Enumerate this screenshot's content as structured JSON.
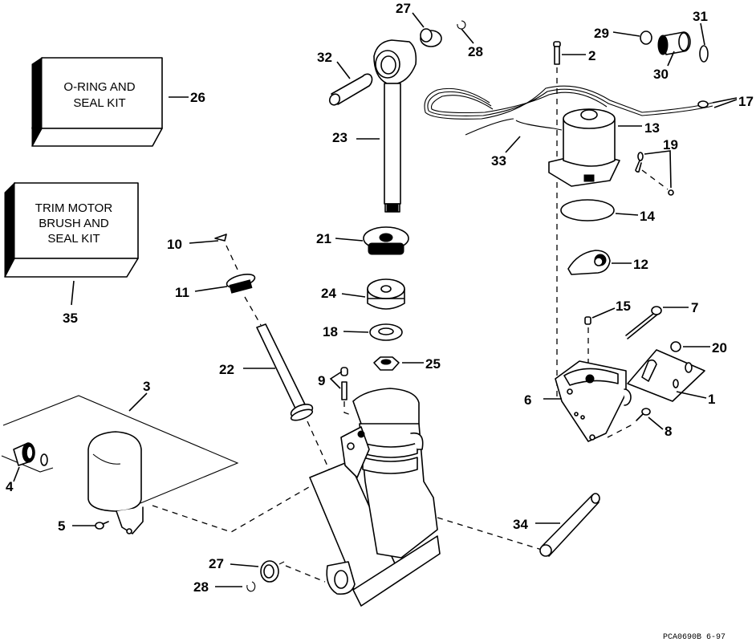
{
  "diagram": {
    "type": "exploded-parts-diagram",
    "subject": "Power trim/tilt assembly",
    "reference_code": "PCA0690B  6-97",
    "kits": [
      {
        "callout": "26",
        "lines": [
          "O-RING AND",
          "SEAL KIT"
        ]
      },
      {
        "callout": "35",
        "lines": [
          "TRIM MOTOR",
          "BRUSH AND",
          "SEAL KIT"
        ]
      }
    ],
    "callouts": {
      "c1": "1",
      "c2": "2",
      "c3": "3",
      "c4": "4",
      "c5": "5",
      "c6": "6",
      "c7": "7",
      "c8": "8",
      "c9": "9",
      "c10": "10",
      "c11": "11",
      "c12": "12",
      "c13": "13",
      "c14": "14",
      "c15": "15",
      "c17": "17",
      "c18": "18",
      "c19": "19",
      "c20": "20",
      "c21": "21",
      "c22": "22",
      "c23": "23",
      "c24": "24",
      "c25": "25",
      "c27a": "27",
      "c27b": "27",
      "c28a": "28",
      "c28b": "28",
      "c29": "29",
      "c30": "30",
      "c31": "31",
      "c32": "32",
      "c33": "33",
      "c34": "34"
    },
    "colors": {
      "ink": "#000000",
      "paper": "#ffffff"
    }
  }
}
